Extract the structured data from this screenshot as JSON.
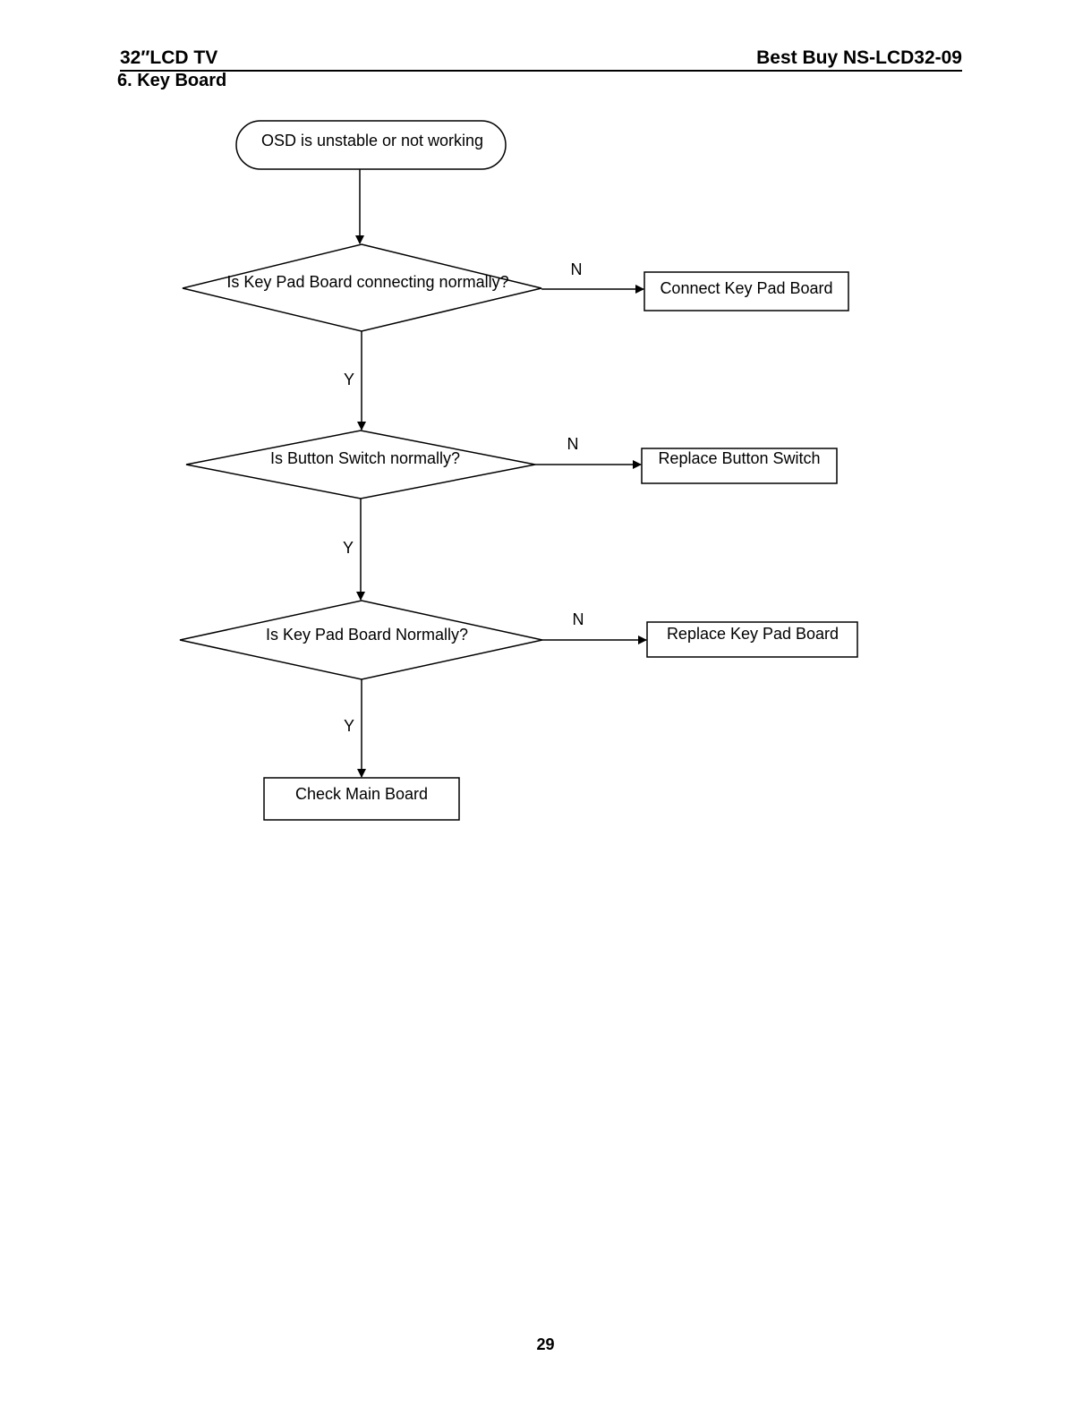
{
  "header": {
    "left": "32″LCD TV",
    "right": "Best Buy NS-LCD32-09"
  },
  "section_title": "6. Key Board",
  "flowchart": {
    "start": "OSD is unstable or not working",
    "decision_1": "Is Key Pad Board connecting normally?",
    "action_1": "Connect Key Pad Board",
    "decision_2": "Is Button Switch normally?",
    "action_2": "Replace Button Switch",
    "decision_3": "Is Key Pad Board Normally?",
    "action_3": "Replace Key Pad Board",
    "end": "Check Main Board",
    "yes_label": "Y",
    "no_label": "N"
  },
  "page_number": "29"
}
